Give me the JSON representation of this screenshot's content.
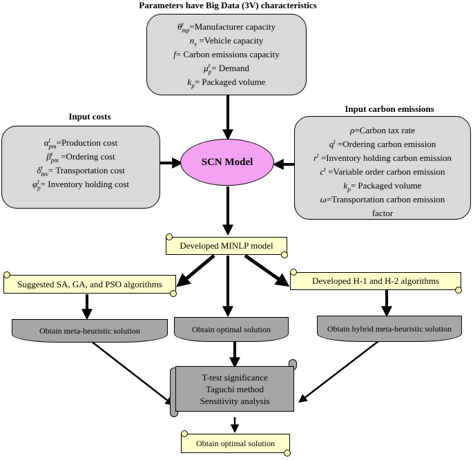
{
  "top": {
    "title": "Parameters have Big Data (3V) characteristics",
    "items": [
      {
        "sym": "θ",
        "sup": "t",
        "sub": "mp",
        "text": "=Manufacturer capacity"
      },
      {
        "sym": "n",
        "sup": "",
        "sub": "v",
        "text": " =Vehicle capacity"
      },
      {
        "sym": "f",
        "sup": "",
        "sub": "",
        "text": "= Carbon emissions capacity"
      },
      {
        "sym": "μ",
        "sup": "t",
        "sub": "p",
        "text": "= Demand"
      },
      {
        "sym": "k",
        "sup": "",
        "sub": "p",
        "text": "= Packaged volume"
      }
    ]
  },
  "left": {
    "title": "Input costs",
    "items": [
      {
        "sym": "α",
        "sup": "t",
        "sub": "pm",
        "text": "=Production cost"
      },
      {
        "sym": "β",
        "sup": "t",
        "sub": "pm",
        "text": " =Ordering cost"
      },
      {
        "sym": "δ",
        "sup": "t",
        "sub": "mv",
        "text": "= Transportation cost"
      },
      {
        "sym": "φ",
        "sup": "t",
        "sub": "p",
        "text": "= Inventory holding cost"
      }
    ]
  },
  "right": {
    "title": "Input carbon emissions",
    "items": [
      {
        "sym": "ρ",
        "sup": "",
        "sub": "",
        "text": "=Carbon tax rate"
      },
      {
        "sym": "q",
        "sup": "t",
        "sub": "",
        "text": " =Ordering carbon emission"
      },
      {
        "sym": "r",
        "sup": "t",
        "sub": "",
        "text": " =Inventory holding carbon emission"
      },
      {
        "sym": "c",
        "sup": "t",
        "sub": "",
        "text": " =Variable order carbon emission"
      },
      {
        "sym": "k",
        "sup": "",
        "sub": "p",
        "text": "= Packaged volume"
      },
      {
        "sym": "ω",
        "sup": "",
        "sub": "",
        "text": "=Transportation carbon emission"
      },
      {
        "sym": "",
        "sup": "",
        "sub": "",
        "text": "factor"
      }
    ]
  },
  "center": {
    "scn": "SCN Model",
    "minlp": "Developed MINLP model",
    "algo_left": "Suggested SA, GA, and PSO algorithms",
    "algo_right": "Developed H-1 and H-2 algorithms",
    "sol_left": "Obtain meta-heuristic solution",
    "sol_mid": "Obtain optimal solution",
    "sol_right": "Obtain hybrid meta-heuristic solution",
    "analysis": [
      "T-test significance",
      "Taguchi method",
      "Sensitivity analysis"
    ],
    "final": "Obtain optimal solution"
  }
}
